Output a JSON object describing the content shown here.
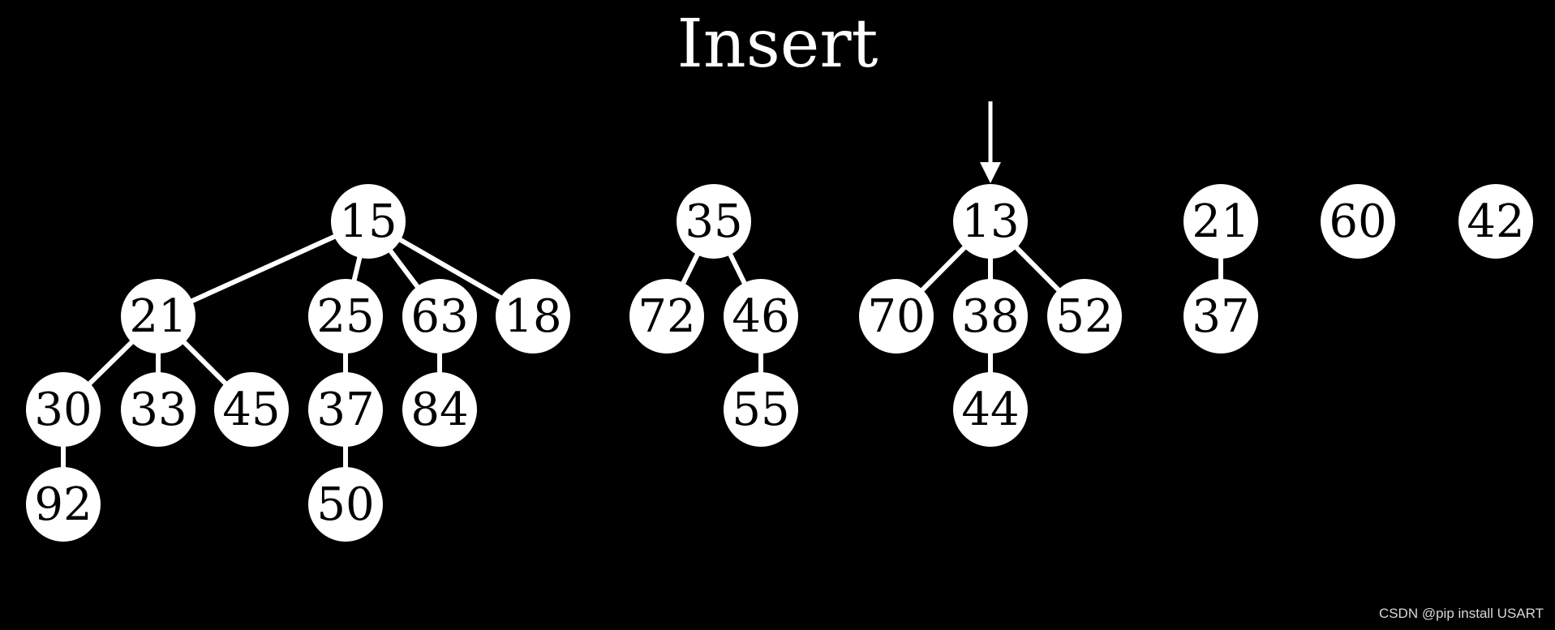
{
  "title": "Insert",
  "watermark": "CSDN @pip install USART",
  "insert_pointer_target": "13",
  "colors": {
    "background": "#000000",
    "node_fill": "#ffffff",
    "node_text": "#000000",
    "edge": "#ffffff"
  },
  "trees": [
    {
      "root": {
        "value": "15",
        "children": [
          {
            "value": "21",
            "children": [
              {
                "value": "30",
                "children": [
                  {
                    "value": "92",
                    "children": []
                  }
                ]
              },
              {
                "value": "33",
                "children": []
              },
              {
                "value": "45",
                "children": []
              }
            ]
          },
          {
            "value": "25",
            "children": [
              {
                "value": "37",
                "children": [
                  {
                    "value": "50",
                    "children": []
                  }
                ]
              }
            ]
          },
          {
            "value": "63",
            "children": [
              {
                "value": "84",
                "children": []
              }
            ]
          },
          {
            "value": "18",
            "children": []
          }
        ]
      }
    },
    {
      "root": {
        "value": "35",
        "children": [
          {
            "value": "72",
            "children": []
          },
          {
            "value": "46",
            "children": [
              {
                "value": "55",
                "children": []
              }
            ]
          }
        ]
      }
    },
    {
      "root": {
        "value": "13",
        "children": [
          {
            "value": "70",
            "children": []
          },
          {
            "value": "38",
            "children": [
              {
                "value": "44",
                "children": []
              }
            ]
          },
          {
            "value": "52",
            "children": []
          }
        ]
      }
    },
    {
      "root": {
        "value": "21",
        "children": [
          {
            "value": "37",
            "children": []
          }
        ]
      }
    },
    {
      "root": {
        "value": "60",
        "children": []
      }
    },
    {
      "root": {
        "value": "42",
        "children": []
      }
    }
  ]
}
